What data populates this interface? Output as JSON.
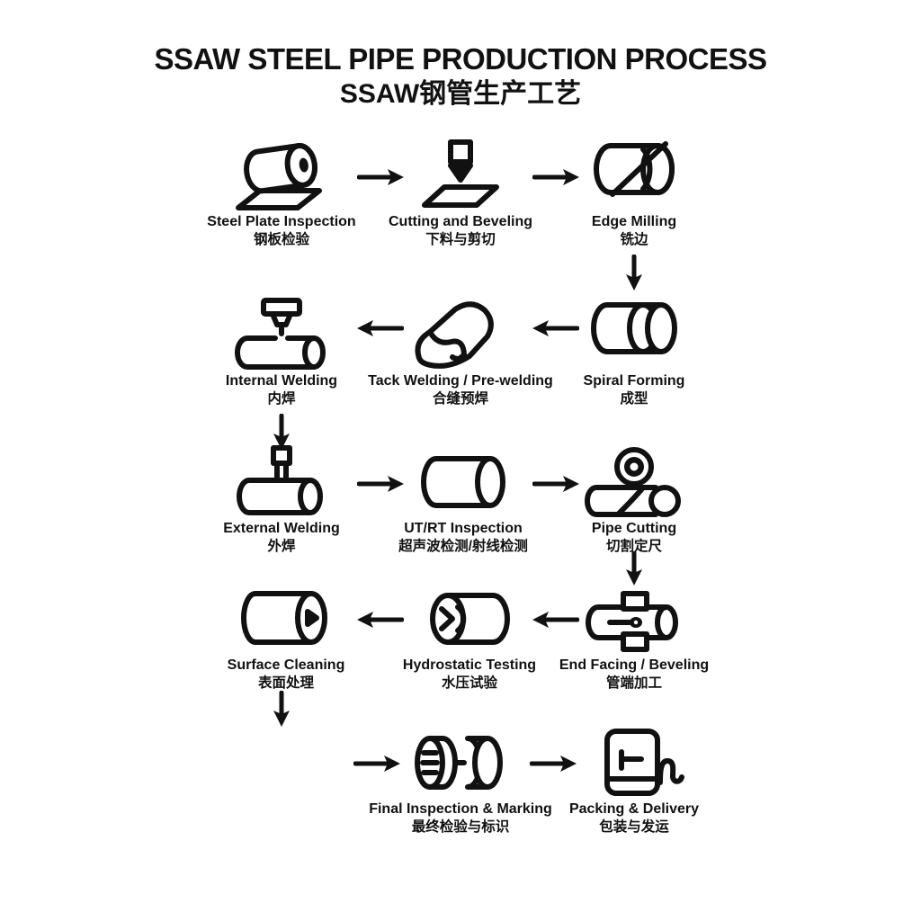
{
  "title": {
    "line1": "SSAW STEEL PIPE PRODUCTION PROCESS",
    "line2": "SSAW钢管生产工艺"
  },
  "colors": {
    "ink": "#111111",
    "background": "#ffffff"
  },
  "steps": [
    {
      "en": "Steel Plate Inspection",
      "zh": "钢板检验",
      "icon": "steel-coil-icon"
    },
    {
      "en": "Cutting and Beveling",
      "zh": "下料与剪切",
      "icon": "cutting-torch-icon"
    },
    {
      "en": "Edge Milling",
      "zh": "铣边",
      "icon": "edge-milling-icon"
    },
    {
      "en": "Spiral Forming",
      "zh": "成型",
      "icon": "spiral-forming-icon"
    },
    {
      "en": "Tack Welding / Pre-welding",
      "zh": "合缝预焊",
      "icon": "curled-plate-icon"
    },
    {
      "en": "Internal Welding",
      "zh": "内焊",
      "icon": "internal-welding-torch-icon"
    },
    {
      "en": "External Welding",
      "zh": "外焊",
      "icon": "external-welding-torch-icon"
    },
    {
      "en": "UT/RT Inspection",
      "zh": "超声波检测/射线检测",
      "icon": "plain-pipe-icon"
    },
    {
      "en": "Pipe Cutting",
      "zh": "切割定尺",
      "icon": "cutting-wheel-pipe-icon"
    },
    {
      "en": "End Facing / Beveling",
      "zh": "管端加工",
      "icon": "end-facing-machine-icon"
    },
    {
      "en": "Hydrostatic Testing",
      "zh": "水压试验",
      "icon": "water-pressure-pipe-icon"
    },
    {
      "en": "Surface Cleaning",
      "zh": "表面处理",
      "icon": "clean-pipe-icon"
    },
    {
      "en": "Final Inspection & Marking",
      "zh": "最终检验与标识",
      "icon": "pipe-ends-marking-icon"
    },
    {
      "en": "Packing & Delivery",
      "zh": "包装与发运",
      "icon": "package-rope-icon"
    }
  ],
  "flow": {
    "arrow_style": "solid-triangle-head",
    "rows": [
      {
        "steps": [
          "Steel Plate Inspection",
          "Cutting and Beveling",
          "Edge Milling"
        ],
        "arrow_direction": "right"
      },
      {
        "steps": [
          "Spiral Forming",
          "Tack Welding / Pre-welding",
          "Internal Welding"
        ],
        "arrow_direction": "left"
      },
      {
        "steps": [
          "External Welding",
          "UT/RT Inspection",
          "Pipe Cutting"
        ],
        "arrow_direction": "right"
      },
      {
        "steps": [
          "End Facing / Beveling",
          "Hydrostatic Testing",
          "Surface Cleaning"
        ],
        "arrow_direction": "left"
      },
      {
        "steps": [
          "Final Inspection & Marking",
          "Packing & Delivery"
        ],
        "arrow_direction": "right"
      }
    ],
    "down_connectors": [
      "Edge Milling → Spiral Forming",
      "Internal Welding → External Welding",
      "Pipe Cutting → End Facing / Beveling",
      "Surface Cleaning → Final Inspection & Marking"
    ]
  }
}
